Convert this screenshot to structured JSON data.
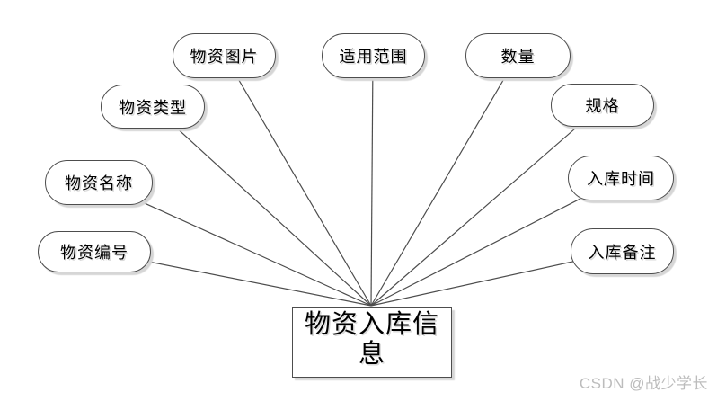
{
  "diagram": {
    "entity": {
      "label": "物资入库信息"
    },
    "attributes": [
      {
        "label": "物资图片"
      },
      {
        "label": "适用范围"
      },
      {
        "label": "数量"
      },
      {
        "label": "物资类型"
      },
      {
        "label": "规格"
      },
      {
        "label": "物资名称"
      },
      {
        "label": "入库时间"
      },
      {
        "label": "物资编号"
      },
      {
        "label": "入库备注"
      }
    ],
    "colors": {
      "stroke": "#4d4d4d",
      "shadow": "#d6d6d6",
      "text": "#000000",
      "watermark": "#bcbcbc",
      "background": "#ffffff"
    }
  },
  "watermark": {
    "text": "CSDN @战少学长"
  }
}
